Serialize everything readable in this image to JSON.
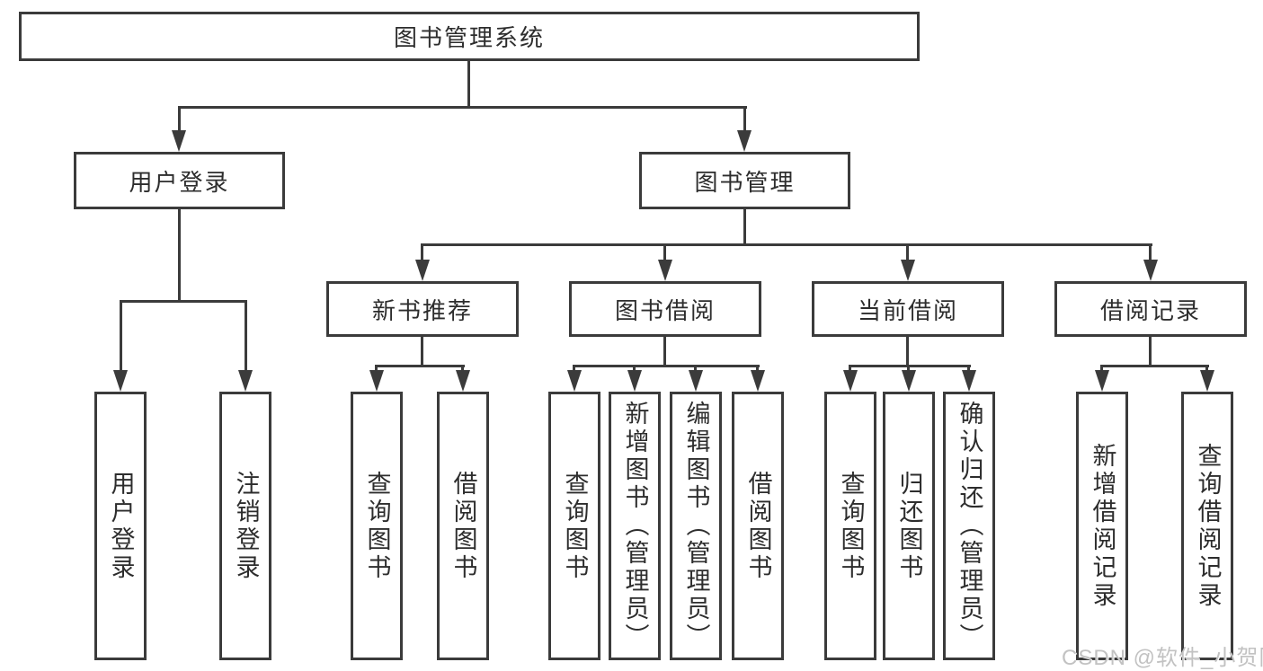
{
  "nodes": {
    "root": "图书管理系统",
    "l2": [
      "用户登录",
      "图书管理"
    ],
    "l3": [
      "新书推荐",
      "图书借阅",
      "当前借阅",
      "借阅记录"
    ],
    "l4": [
      "用户登录",
      "注销登录",
      "查询图书",
      "借阅图书",
      "查询图书",
      "新增图书（管理员）",
      "编辑图书（管理员）",
      "借阅图书",
      "查询图书",
      "归还图书",
      "确认归还（管理员）",
      "新增借阅记录",
      "查询借阅记录"
    ]
  },
  "watermark": {
    "text": "CSDN @软件_小贺同学",
    "color": "#c2c2c2"
  },
  "colors": {
    "line": "#3b3b3b",
    "text": "#2d2d2d",
    "background": "#ffffff"
  }
}
